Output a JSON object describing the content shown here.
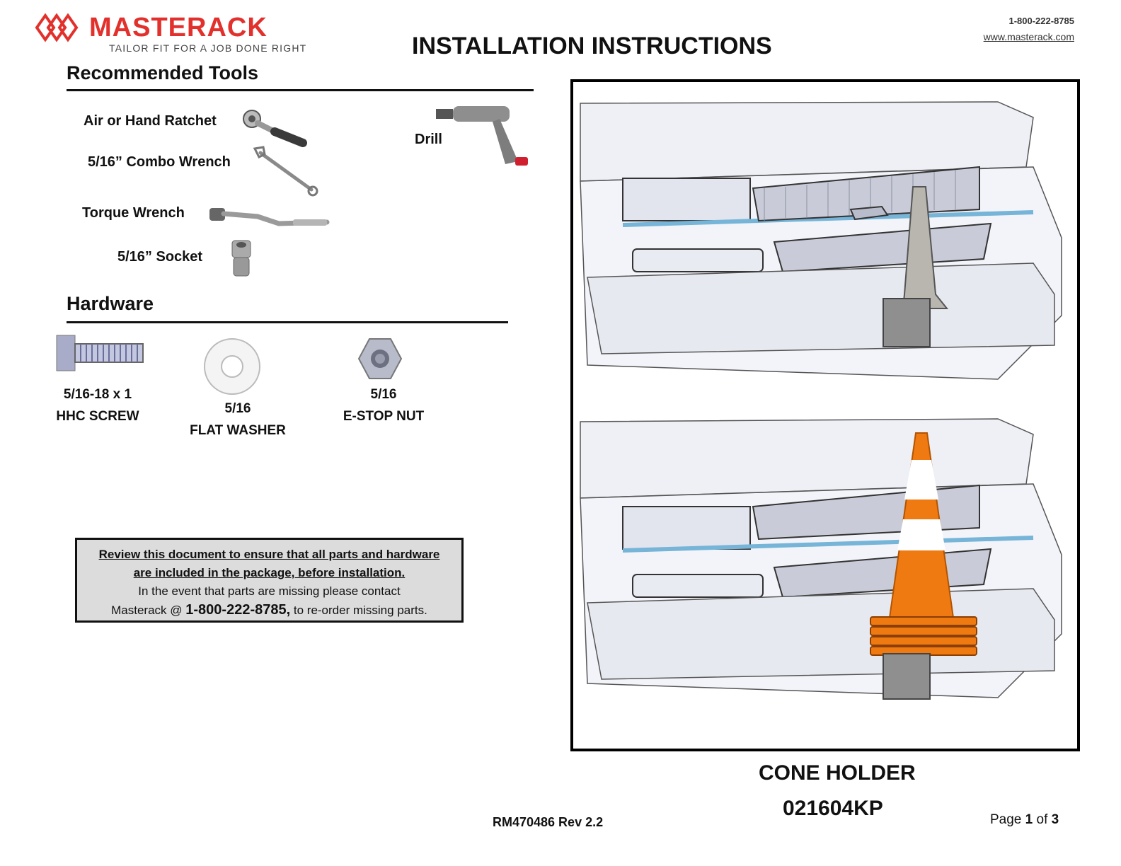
{
  "header": {
    "brand": "MASTERACK",
    "tagline": "TAILOR FIT FOR A JOB DONE RIGHT",
    "phone": "1-800-222-8785",
    "website": "www.masterack.com",
    "title": "INSTALLATION INSTRUCTIONS"
  },
  "tools": {
    "heading": "Recommended Tools",
    "items": [
      {
        "label": "Air or Hand Ratchet",
        "icon": "ratchet-icon"
      },
      {
        "label": "5/16” Combo Wrench",
        "icon": "combo-wrench-icon"
      },
      {
        "label": "Torque Wrench",
        "icon": "torque-wrench-icon"
      },
      {
        "label": "5/16” Socket",
        "icon": "socket-icon"
      },
      {
        "label": "Drill",
        "icon": "drill-icon"
      }
    ]
  },
  "hardware": {
    "heading": "Hardware",
    "items": [
      {
        "line1": "5/16-18 x 1",
        "line2": "HHC SCREW",
        "icon": "screw-icon"
      },
      {
        "line1": "5/16",
        "line2": "FLAT WASHER",
        "icon": "washer-icon"
      },
      {
        "line1": "5/16",
        "line2": "E-STOP NUT",
        "icon": "nut-icon"
      }
    ]
  },
  "notice": {
    "line1": "Review this document to ensure that all parts and hardware",
    "line2": "are included in the package, before installation.",
    "line3": "In the event that parts are missing please contact",
    "line4_prefix": "Masterack @ ",
    "line4_phone": "1-800-222-8785,",
    "line4_suffix": " to re-order missing parts."
  },
  "product": {
    "name": "CONE HOLDER",
    "code": "021604KP"
  },
  "footer": {
    "revision": "RM470486 Rev 2.2",
    "page_word": "Page ",
    "page_current": "1",
    "page_of": " of ",
    "page_total": "3"
  },
  "colors": {
    "brand_red": "#e2302c",
    "cone_orange": "#f07a12",
    "notice_bg": "#dcdcdc"
  }
}
